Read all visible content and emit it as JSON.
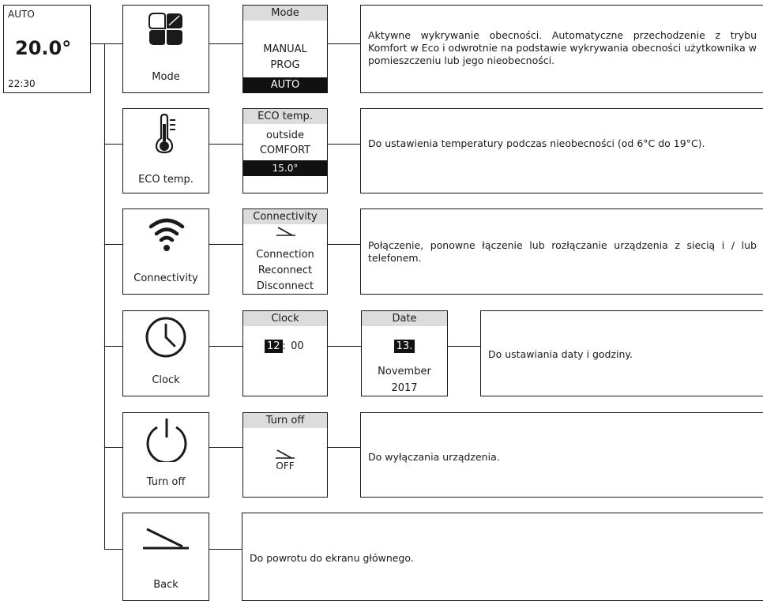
{
  "main_screen": {
    "mode": "AUTO",
    "temperature": "20.0°",
    "time": "22:30"
  },
  "menu": [
    {
      "label": "Mode",
      "icon": "mode-quadrants-icon",
      "submenu": {
        "header": "Mode",
        "options": [
          "MANUAL",
          "PROG",
          "AUTO"
        ],
        "selected": "AUTO"
      },
      "description": "Aktywne wykrywanie obecności. Automatyczne przechodzenie z trybu Komfort w Eco i odwrotnie na podstawie wykrywania obecności użytkownika w pomieszczeniu lub jego nieobecności."
    },
    {
      "label": "ECO temp.",
      "icon": "thermometer-icon",
      "submenu": {
        "header": "ECO temp.",
        "lines": [
          "outside",
          "COMFORT"
        ],
        "value": "15.0°"
      },
      "description": "Do ustawienia temperatury podczas nieobecności (od 6°C do 19°C)."
    },
    {
      "label": "Connectivity",
      "icon": "wifi-icon",
      "submenu": {
        "header": "Connectivity",
        "back_icon": "back-arrow-icon",
        "options": [
          "Connection",
          "Reconnect",
          "Disconnect"
        ]
      },
      "description": "Połączenie, ponowne łączenie lub rozłączanie urządzenia z siecią i / lub telefonem."
    },
    {
      "label": "Clock",
      "icon": "clock-icon",
      "submenu": {
        "header": "Clock",
        "hours": "12",
        "separator": ":",
        "minutes": "00"
      },
      "date_screen": {
        "header": "Date",
        "day": "13.",
        "month": "November",
        "year": "2017"
      },
      "description": "Do ustawiania daty i godziny."
    },
    {
      "label": "Turn off",
      "icon": "power-icon",
      "submenu": {
        "header": "Turn off",
        "back_icon": "back-arrow-icon",
        "option": "OFF"
      },
      "description": "Do wyłączania urządzenia."
    },
    {
      "label": "Back",
      "icon": "back-arrow-icon",
      "description": "Do powrotu do ekranu głównego."
    }
  ]
}
